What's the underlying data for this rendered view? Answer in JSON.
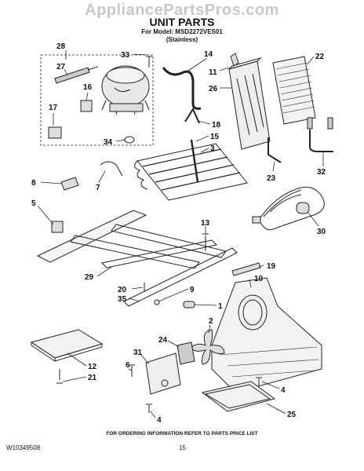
{
  "watermark": "AppliancePartsPros.com",
  "title": "UNIT PARTS",
  "model_line1": "For Model: MSD2272VES01",
  "model_line2": "(Stainless)",
  "callouts": [
    {
      "id": "c28",
      "text": "28"
    },
    {
      "id": "c27",
      "text": "27"
    },
    {
      "id": "c16",
      "text": "16"
    },
    {
      "id": "c17",
      "text": "17"
    },
    {
      "id": "c33",
      "text": "33"
    },
    {
      "id": "c14",
      "text": "14"
    },
    {
      "id": "c11",
      "text": "11"
    },
    {
      "id": "c26",
      "text": "26"
    },
    {
      "id": "c22",
      "text": "22"
    },
    {
      "id": "c18",
      "text": "18"
    },
    {
      "id": "c15",
      "text": "15"
    },
    {
      "id": "c3",
      "text": "3"
    },
    {
      "id": "c34",
      "text": "34"
    },
    {
      "id": "c8",
      "text": "8"
    },
    {
      "id": "c7",
      "text": "7"
    },
    {
      "id": "c23",
      "text": "23"
    },
    {
      "id": "c32",
      "text": "32"
    },
    {
      "id": "c5",
      "text": "5"
    },
    {
      "id": "c13",
      "text": "13"
    },
    {
      "id": "c30",
      "text": "30"
    },
    {
      "id": "c29",
      "text": "29"
    },
    {
      "id": "c20",
      "text": "20"
    },
    {
      "id": "c35",
      "text": "35"
    },
    {
      "id": "c19",
      "text": "19"
    },
    {
      "id": "c10",
      "text": "10"
    },
    {
      "id": "c9",
      "text": "9"
    },
    {
      "id": "c1",
      "text": "1"
    },
    {
      "id": "c2",
      "text": "2"
    },
    {
      "id": "c24",
      "text": "24"
    },
    {
      "id": "c31",
      "text": "31"
    },
    {
      "id": "c12",
      "text": "12"
    },
    {
      "id": "c6",
      "text": "6"
    },
    {
      "id": "c21",
      "text": "21"
    },
    {
      "id": "c4a",
      "text": "4"
    },
    {
      "id": "c4b",
      "text": "4"
    },
    {
      "id": "c25",
      "text": "25"
    }
  ],
  "footer_note": "FOR ORDERING INFORMATION REFER TO PARTS PRICE LIST",
  "doc_number": "W10349508",
  "page_number": "15"
}
